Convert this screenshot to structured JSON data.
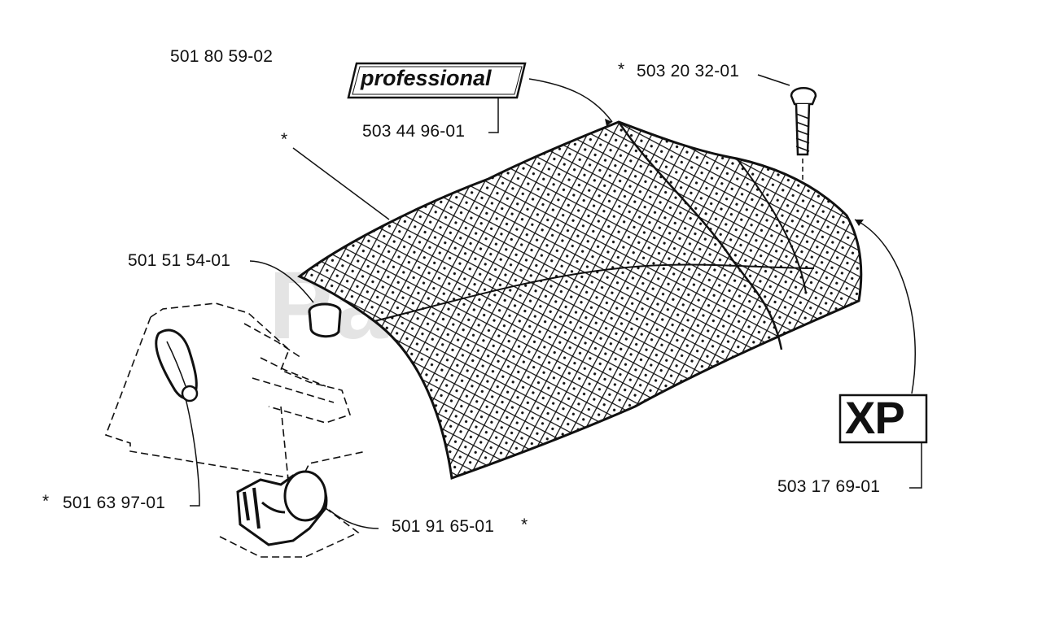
{
  "watermark": "Parts",
  "parts": {
    "top_left": "501 80 59-02",
    "badge_label_part": "503 44 96-01",
    "screw": "503 20 32-01",
    "plug": "501 51 54-01",
    "filter_element": "501 63 97-01",
    "holder": "501 91 65-01",
    "xp_badge_part": "503 17 69-01"
  },
  "asterisk": "*",
  "badges": {
    "professional": "professional",
    "xp": "XP"
  },
  "colors": {
    "ink": "#111111",
    "paper": "#ffffff",
    "watermark": "#cfcfcf"
  }
}
